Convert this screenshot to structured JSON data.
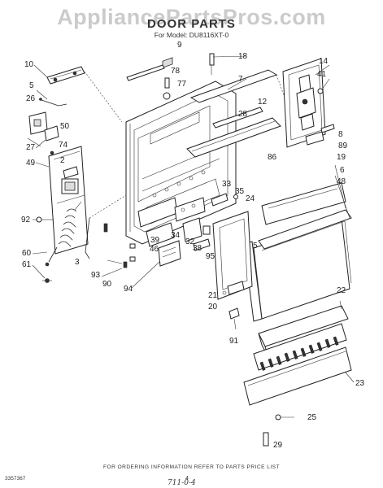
{
  "watermark": "AppliancePartsPros.com",
  "title": "DOOR PARTS",
  "subtitle": "For Model: DU8116XT-0",
  "footer_note": "FOR ORDERING INFORMATION REFER TO PARTS PRICE LIST",
  "document_number": "3357367",
  "page_number": "4",
  "handwritten_note": "711-0-4",
  "callouts": [
    "9",
    "10",
    "5",
    "26",
    "27",
    "50",
    "74",
    "49",
    "2",
    "92",
    "60",
    "61",
    "3",
    "78",
    "77",
    "7",
    "18",
    "12",
    "28",
    "86",
    "14",
    "41",
    "8",
    "89",
    "33",
    "35",
    "24",
    "19",
    "6",
    "48",
    "39",
    "34",
    "32",
    "38",
    "46",
    "93",
    "90",
    "94",
    "95",
    "5",
    "21",
    "20",
    "22",
    "91",
    "23",
    "25",
    "29"
  ]
}
